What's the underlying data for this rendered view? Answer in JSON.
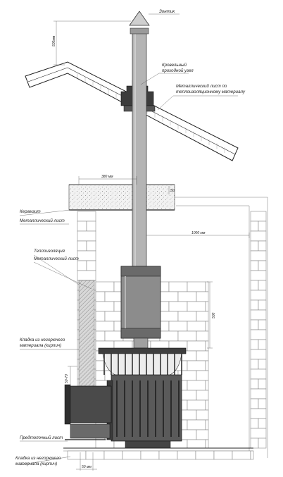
{
  "labels": {
    "cap": "Зонтик",
    "roof_node_1": "Кровельный",
    "roof_node_2": "проходной узел",
    "metal_sheet_roof_1": "Металлический лист по",
    "metal_sheet_roof_2": "теплоизоляционному материалу",
    "ceramsite": "Керамзит",
    "metal_sheet_ceiling": "Металлический лист",
    "insulation": "Теплоизоляция",
    "metal_sheet_wall": "Металлический лист",
    "masonry_1": "Кладка из негорючего",
    "masonry_2": "материала (кирпич)",
    "pre_furnace_sheet": "Предтопочный лист",
    "base_masonry_1": "Кладка из негорючего",
    "base_masonry_2": "материала (кирпич)"
  },
  "dimensions": {
    "chimney_above_roof": "500мм",
    "ceiling_cut": "380 мм",
    "ceiling_offset": "50",
    "to_wall": "1000 мм",
    "height_right": "500",
    "gap_left": "50-70",
    "bottom_offset": "50 мм"
  },
  "colors": {
    "steel": "#6e6e6e",
    "steel_dark": "#3a3a3a",
    "roof": "#ffffff",
    "insulation_hatch": "#9a9a9a",
    "ceramsite_fill": "#e6e6e6"
  }
}
